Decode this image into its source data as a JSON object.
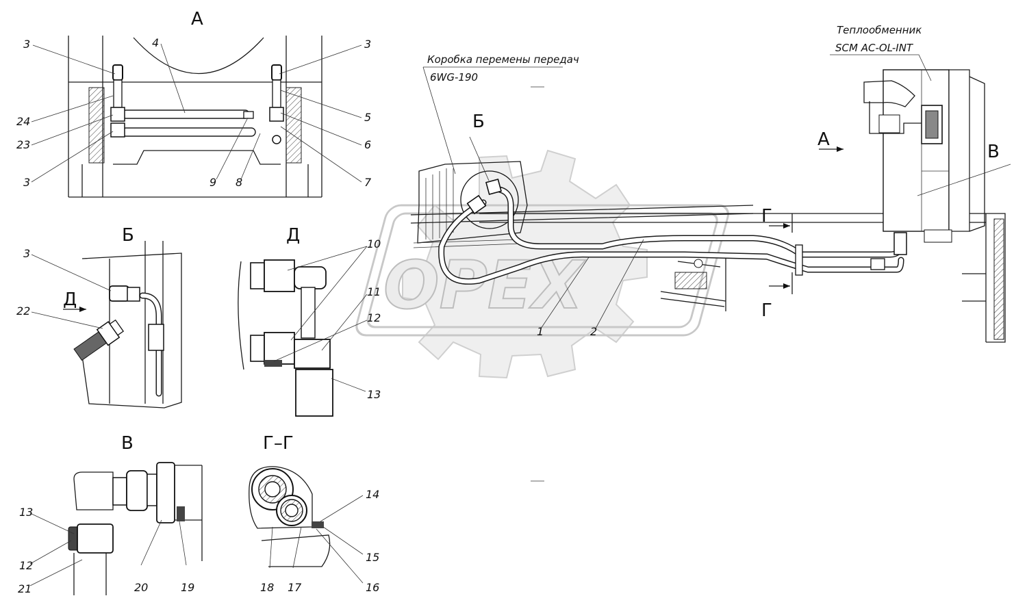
{
  "views": {
    "a": "А",
    "b": "Б",
    "d": "Д",
    "v": "В",
    "gg": "Г–Г",
    "g": "Г"
  },
  "notes": {
    "gearbox_line1": "Коробка перемены передач",
    "gearbox_line2": "6WG-190",
    "cooler_line1": "Теплообменник",
    "cooler_line2": "SCM AC-OL-INT"
  },
  "watermark": {
    "text": "OPEX"
  },
  "callouts": {
    "c1": "1",
    "c2": "2",
    "c3": "3",
    "c4": "4",
    "c5": "5",
    "c6": "6",
    "c7": "7",
    "c8": "8",
    "c9": "9",
    "c10": "10",
    "c11": "11",
    "c12": "12",
    "c13": "13",
    "c14": "14",
    "c15": "15",
    "c16": "16",
    "c17": "17",
    "c18": "18",
    "c19": "19",
    "c20": "20",
    "c21": "21",
    "c22": "22",
    "c23": "23",
    "c24": "24"
  }
}
